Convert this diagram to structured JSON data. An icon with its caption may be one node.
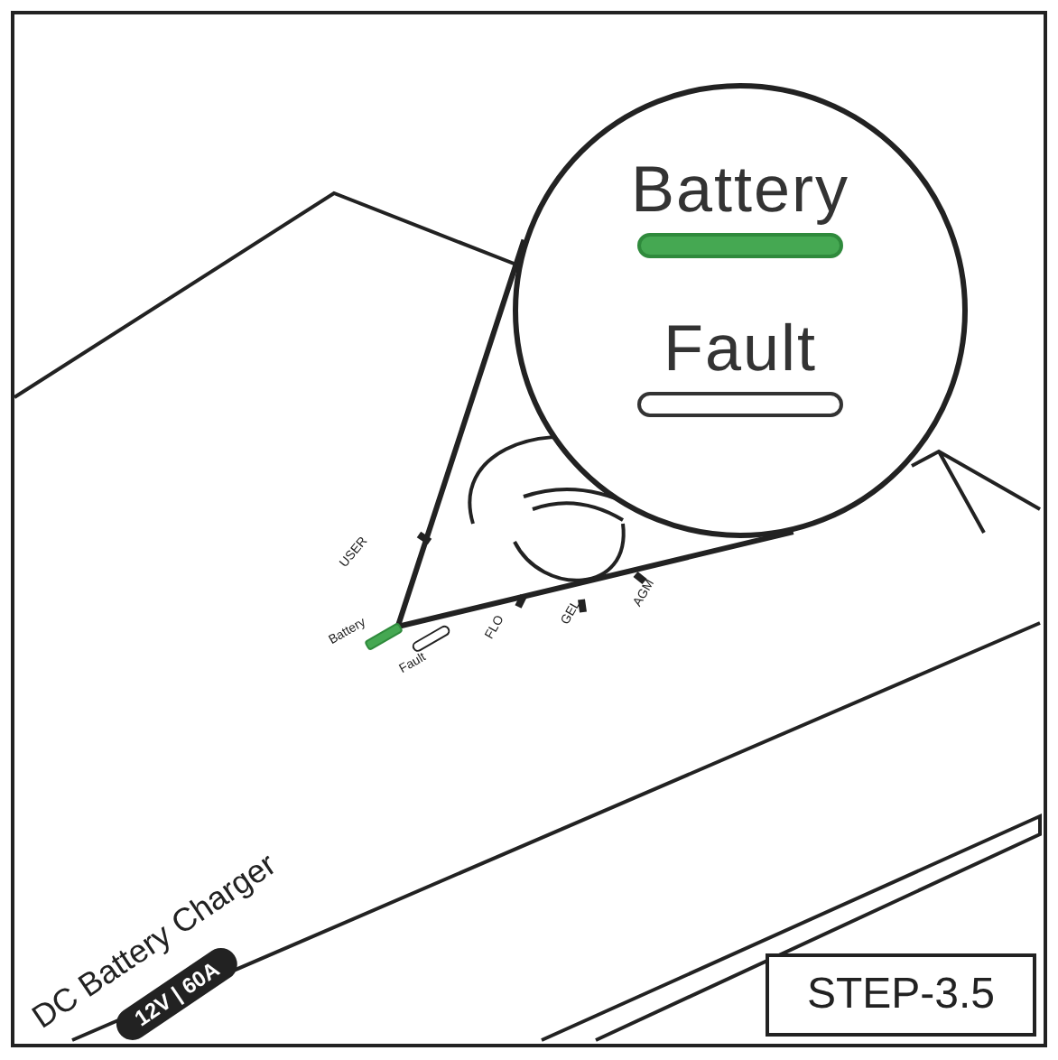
{
  "diagram": {
    "nodes": [
      {
        "text": [
          "Battery",
          "Fault"
        ]
      },
      {
        "text": [],
        "shape": "bar",
        "in": 0
      },
      {
        "text": [],
        "shape": "bar",
        "in": 0
      },
      {
        "text": [],
        "shape": "bar"
      }
    ],
    "edges": [
      {
        "from": 0,
        "to": 3,
        "arrow": "none"
      }
    ],
    "labels": [
      "USER",
      "FLO",
      "GEL",
      "AGM",
      "Battery",
      "Fault",
      "DC Battery Charger",
      "12V | 60A",
      "STEP-3.5"
    ]
  }
}
